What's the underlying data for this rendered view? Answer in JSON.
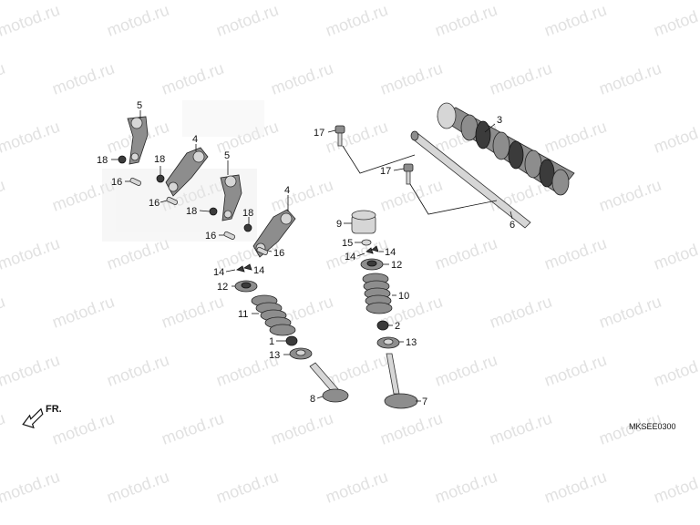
{
  "watermark": "motod.ru",
  "diagram_code": "MKSEE0300",
  "direction_label": "FR.",
  "labels": {
    "l1": "1",
    "l2": "2",
    "l3": "3",
    "l4a": "4",
    "l4b": "4",
    "l5a": "5",
    "l5b": "5",
    "l6": "6",
    "l7": "7",
    "l8": "8",
    "l9": "9",
    "l10": "10",
    "l11": "11",
    "l12a": "12",
    "l12b": "12",
    "l13a": "13",
    "l13b": "13",
    "l14a": "14",
    "l14b": "14",
    "l14c": "14",
    "l14d": "14",
    "l15": "15",
    "l16a": "16",
    "l16b": "16",
    "l16c": "16",
    "l16d": "16",
    "l17a": "17",
    "l17b": "17",
    "l18a": "18",
    "l18b": "18",
    "l18c": "18",
    "l18d": "18"
  }
}
